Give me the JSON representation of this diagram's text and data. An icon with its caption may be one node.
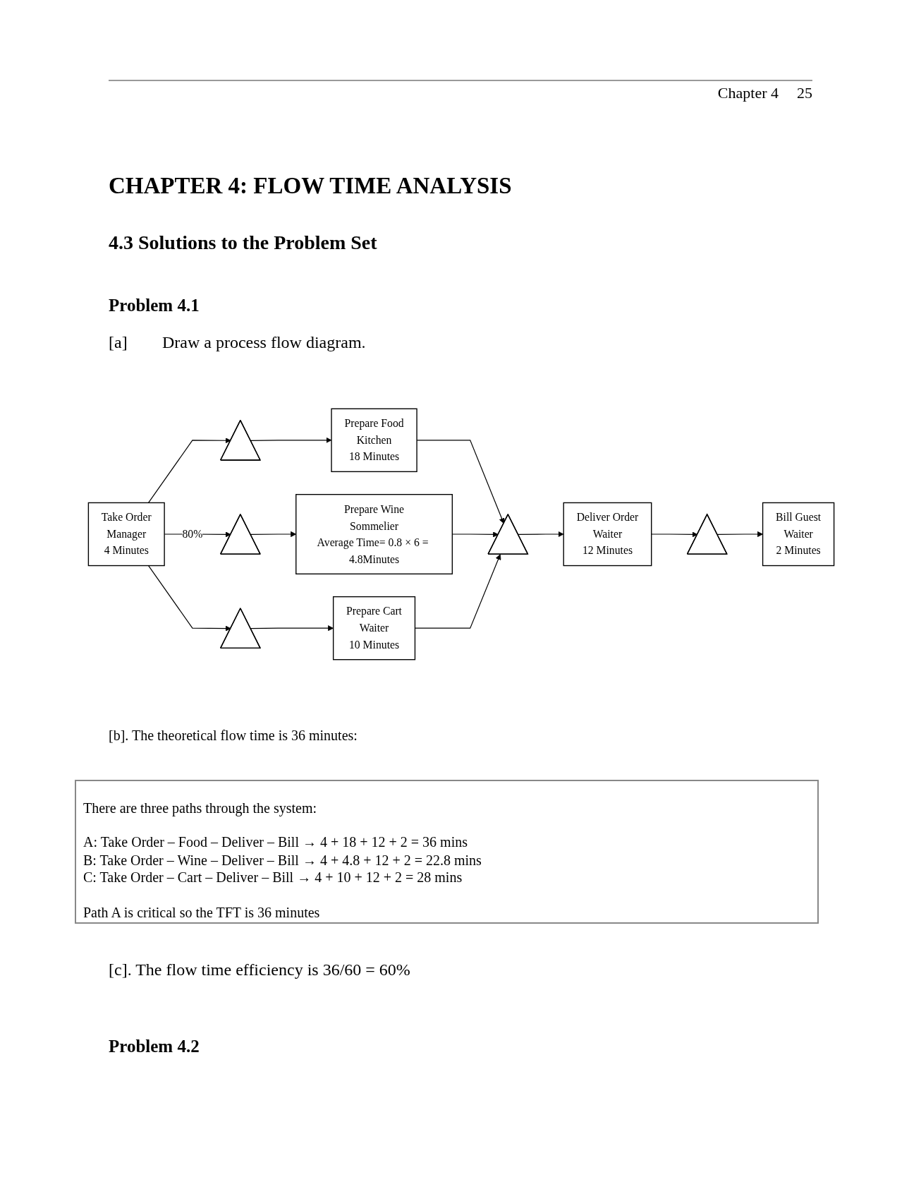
{
  "diagram": {
    "title": "CHAPTER 4: FLOW TIME ANALYSIS",
    "nodes": [
      {
        "text": [
          "Take Order",
          "Manager",
          "4 Minutes"
        ]
      },
      {
        "text": [],
        "shape": "triangle"
      },
      {
        "text": [
          "Prepare Food",
          "Kitchen",
          "18 Minutes"
        ]
      },
      {
        "text": [],
        "shape": "triangle"
      },
      {
        "text": [
          "Prepare Wine",
          "Sommelier",
          "Average Time= 0.8 × 6 = 4.8Minutes"
        ]
      },
      {
        "text": [],
        "shape": "triangle"
      },
      {
        "text": [
          "Prepare Cart",
          "Waiter",
          "10 Minutes"
        ]
      },
      {
        "text": [],
        "shape": "triangle"
      },
      {
        "text": [
          "Deliver Order",
          "Waiter",
          "12 Minutes"
        ]
      },
      {
        "text": [],
        "shape": "triangle"
      },
      {
        "text": [
          "Bill Guest",
          "Waiter",
          "2 Minutes"
        ]
      }
    ],
    "edges": [
      {
        "from": 0,
        "to": 1,
        "arrow": "to"
      },
      {
        "from": 0,
        "to": 3,
        "arrow": "to",
        "label": "80%"
      },
      {
        "from": 0,
        "to": 5,
        "arrow": "to"
      },
      {
        "from": 1,
        "to": 2,
        "arrow": "to"
      },
      {
        "from": 3,
        "to": 4,
        "arrow": "to"
      },
      {
        "from": 5,
        "to": 6,
        "arrow": "to"
      },
      {
        "from": 2,
        "to": 7,
        "arrow": "to"
      },
      {
        "from": 4,
        "to": 7,
        "arrow": "to"
      },
      {
        "from": 6,
        "to": 7,
        "arrow": "to"
      },
      {
        "from": 7,
        "to": 8,
        "arrow": "to"
      },
      {
        "from": 8,
        "to": 9,
        "arrow": "to"
      },
      {
        "from": 9,
        "to": 10,
        "arrow": "to"
      }
    ],
    "labels": [
      "Chapter 4",
      "25",
      "4.3 Solutions to the Problem Set",
      "Problem 4.1",
      "[a]",
      "Draw a process flow diagram.",
      "[b]. The theoretical flow time is 36 minutes:",
      "There are three paths through the system:",
      "A: Take Order – Food – Deliver – Bill → 4 + 18 + 12 + 2 = 36 mins",
      "B: Take Order – Wine – Deliver – Bill → 4 + 4.8 + 12 + 2 = 22.8 mins",
      "C: Take Order – Cart – Deliver – Bill → 4 + 10 + 12 + 2 = 28 mins",
      "Path A is critical so the TFT is 36 minutes",
      "[c]. The flow time efficiency is 36/60 = 60%",
      "Problem 4.2"
    ]
  }
}
